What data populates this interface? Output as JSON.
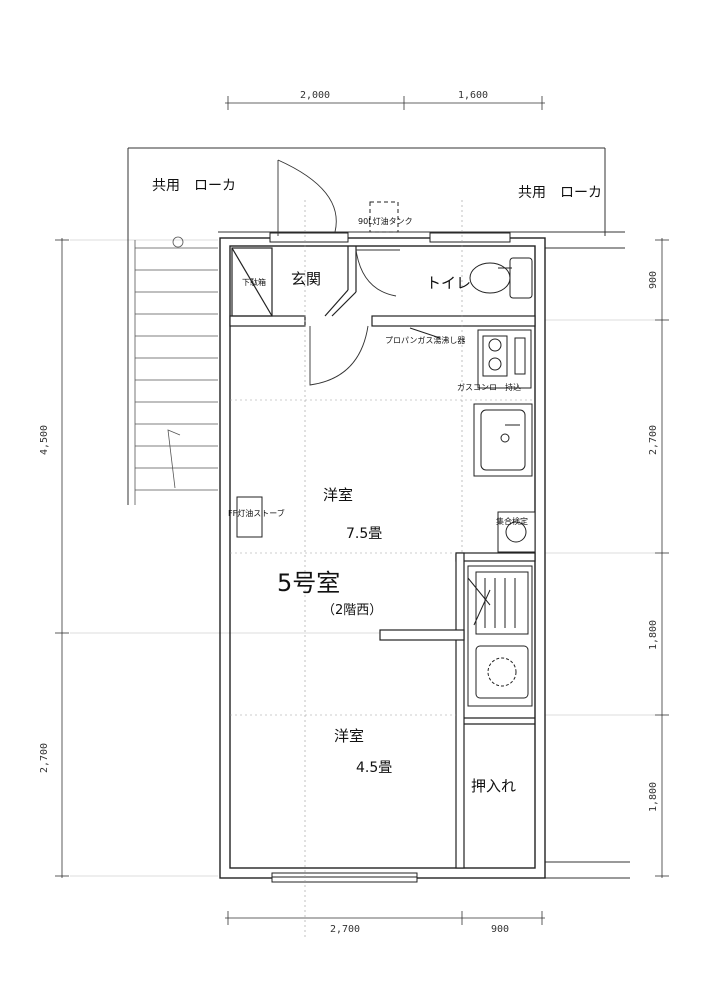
{
  "dimensions": {
    "top": [
      "2,000",
      "1,600"
    ],
    "bottom": [
      "2,700",
      "900"
    ],
    "left": [
      "4,500",
      "2,700"
    ],
    "right": [
      "900",
      "2,700",
      "1,800",
      "1,800"
    ]
  },
  "corridor_left": "共用　ローカ",
  "corridor_right": "共用　ローカ",
  "rooms": {
    "genkan": "玄関",
    "getabako": "下駄箱",
    "toilet": "トイレ",
    "oil_tank": "90L灯油タンク",
    "water_heater": "プロパンガス湯沸し器",
    "gas_stove": "ガスコンロ　持込",
    "stove": "FF灯油ストーブ",
    "meter": "集合検定",
    "room1_name": "洋室",
    "room1_size": "7.5畳",
    "room2_name": "洋室",
    "room2_size": "4.5畳",
    "closet": "押入れ"
  },
  "unit": {
    "number": "5号室",
    "location": "（2階西）"
  }
}
